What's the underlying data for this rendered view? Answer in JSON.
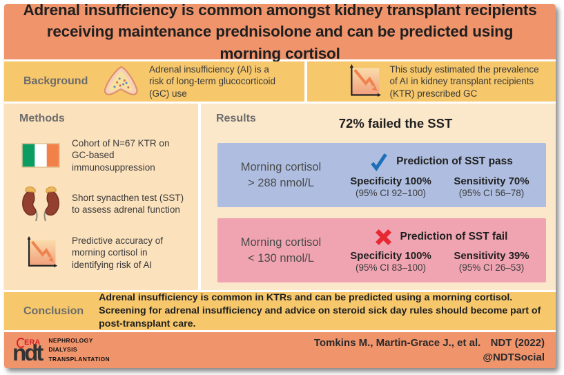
{
  "title": "Adrenal insufficiency is common amongst kidney transplant recipients receiving maintenance prednisolone and can be predicted using morning cortisol",
  "background": {
    "label": "Background",
    "item1_text": "Adrenal insufficiency (AI) is a risk of long-term glucocorticoid (GC) use",
    "item2_text": "This study estimated the prevalence of AI in kidney transplant recipients (KTR) prescribed GC"
  },
  "methods": {
    "label": "Methods",
    "items": [
      {
        "icon": "ireland-flag-icon",
        "text": "Cohort of N=67 KTR on GC-based immunosuppression"
      },
      {
        "icon": "kidneys-icon",
        "text": "Short synacthen test (SST) to assess adrenal function"
      },
      {
        "icon": "declining-chart-icon",
        "text": "Predictive accuracy of morning cortisol in identifying risk of AI"
      }
    ]
  },
  "results": {
    "label": "Results",
    "headline": "72% failed the SST",
    "boxes": [
      {
        "threshold_line1": "Morning cortisol",
        "threshold_line2": "> 288 nmol/L",
        "icon": "checkmark-icon",
        "prediction": "Prediction of SST pass",
        "specificity": "Specificity 100%",
        "specificity_ci": "(95% CI 92–100)",
        "sensitivity": "Sensitivity 70%",
        "sensitivity_ci": "(95% CI 56–78)"
      },
      {
        "threshold_line1": "Morning cortisol",
        "threshold_line2": "< 130 nmol/L",
        "icon": "cross-icon",
        "prediction": "Prediction of SST fail",
        "specificity": "Specificity 100%",
        "specificity_ci": "(95% CI 83–100)",
        "sensitivity": "Sensitivity 39%",
        "sensitivity_ci": "(95% CI 26–53)"
      }
    ]
  },
  "conclusion": {
    "label": "Conclusion",
    "text": "Adrenal insufficiency is common in KTRs and can be predicted using a morning cortisol. Screening for adrenal insufficiency and advice on steroid sick day rules should become part of post-transplant care."
  },
  "footer": {
    "logo_era": "ERA",
    "logo_ndt": "ndt",
    "logo_lines": [
      "NEPHROLOGY",
      "DIALYSIS",
      "TRANSPLANTATION"
    ],
    "citation_authors": "Tomkins M., Martin-Grace J., et al.",
    "citation_journal": "NDT (2022)",
    "citation_handle": "@NDTSocial"
  },
  "colors": {
    "salmon": "#F0946C",
    "gold": "#F6C76B",
    "methods_peach": "#FBE1BC",
    "results_peach": "#FBE7CA",
    "pass_blue_box": "#AFBEE0",
    "fail_pink_box": "#F0A4B1",
    "check_blue": "#1C6FB8",
    "cross_red": "#E52A33",
    "era_red": "#D42027"
  }
}
